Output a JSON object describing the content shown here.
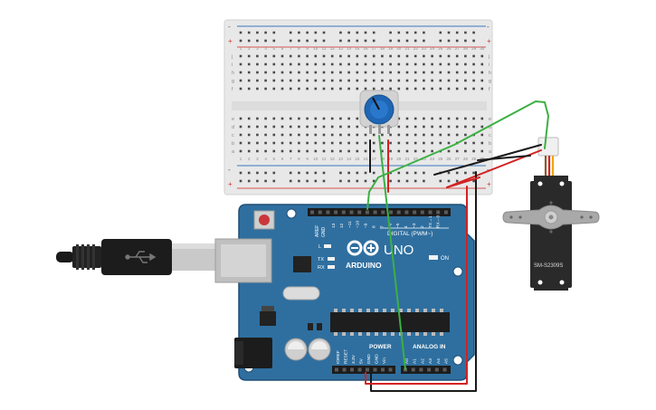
{
  "colors": {
    "background": "#ffffff",
    "breadboard": "#e6e6e6",
    "board": "#2f6f9f",
    "board_edge": "#1e4f77",
    "wire_green": "#3cb043",
    "wire_red": "#d32222",
    "wire_black": "#1a1a1a",
    "rail_red": "#d9534f",
    "rail_blue": "#3a78c2",
    "potentiometer": "#1f66b5",
    "servo_body": "#2a2a2a",
    "servo_horn": "#a9a9a9"
  },
  "breadboard": {
    "rail_minus": "-",
    "rail_plus": "+",
    "row_letters_top": [
      "j",
      "i",
      "h",
      "g",
      "f"
    ],
    "row_letters_bottom": [
      "e",
      "d",
      "c",
      "b",
      "a"
    ],
    "column_numbers": [
      "1",
      "2",
      "3",
      "4",
      "5",
      "6",
      "7",
      "8",
      "9",
      "10",
      "11",
      "12",
      "13",
      "14",
      "15",
      "16",
      "17",
      "18",
      "19",
      "20",
      "21",
      "22",
      "23",
      "24",
      "25",
      "26",
      "27",
      "28",
      "29",
      "30"
    ]
  },
  "arduino": {
    "logo_text": "ARDUINO",
    "model_text": "UNO",
    "digital_label": "DIGITAL (PWM~)",
    "on_label": "ON",
    "tx_label": "TX",
    "rx_label": "RX",
    "l_label": "L",
    "power_label": "POWER",
    "analog_label": "ANALOG IN",
    "aref_label": "AREF",
    "gnd_label": "GND",
    "digital_pins": [
      "13",
      "12",
      "~11",
      "~10",
      "~9",
      "8",
      "7",
      "~6",
      "~5",
      "4",
      "~3",
      "2",
      "TX→1",
      "RX←0"
    ],
    "power_pins": [
      "IOREF",
      "RESET",
      "3.3V",
      "5V",
      "GND",
      "GND",
      "Vin"
    ],
    "analog_pins": [
      "A0",
      "A1",
      "A2",
      "A3",
      "A4",
      "A5"
    ]
  },
  "servo": {
    "model": "SM-S2309S"
  },
  "usb_cable": {
    "icon": "usb-icon"
  }
}
